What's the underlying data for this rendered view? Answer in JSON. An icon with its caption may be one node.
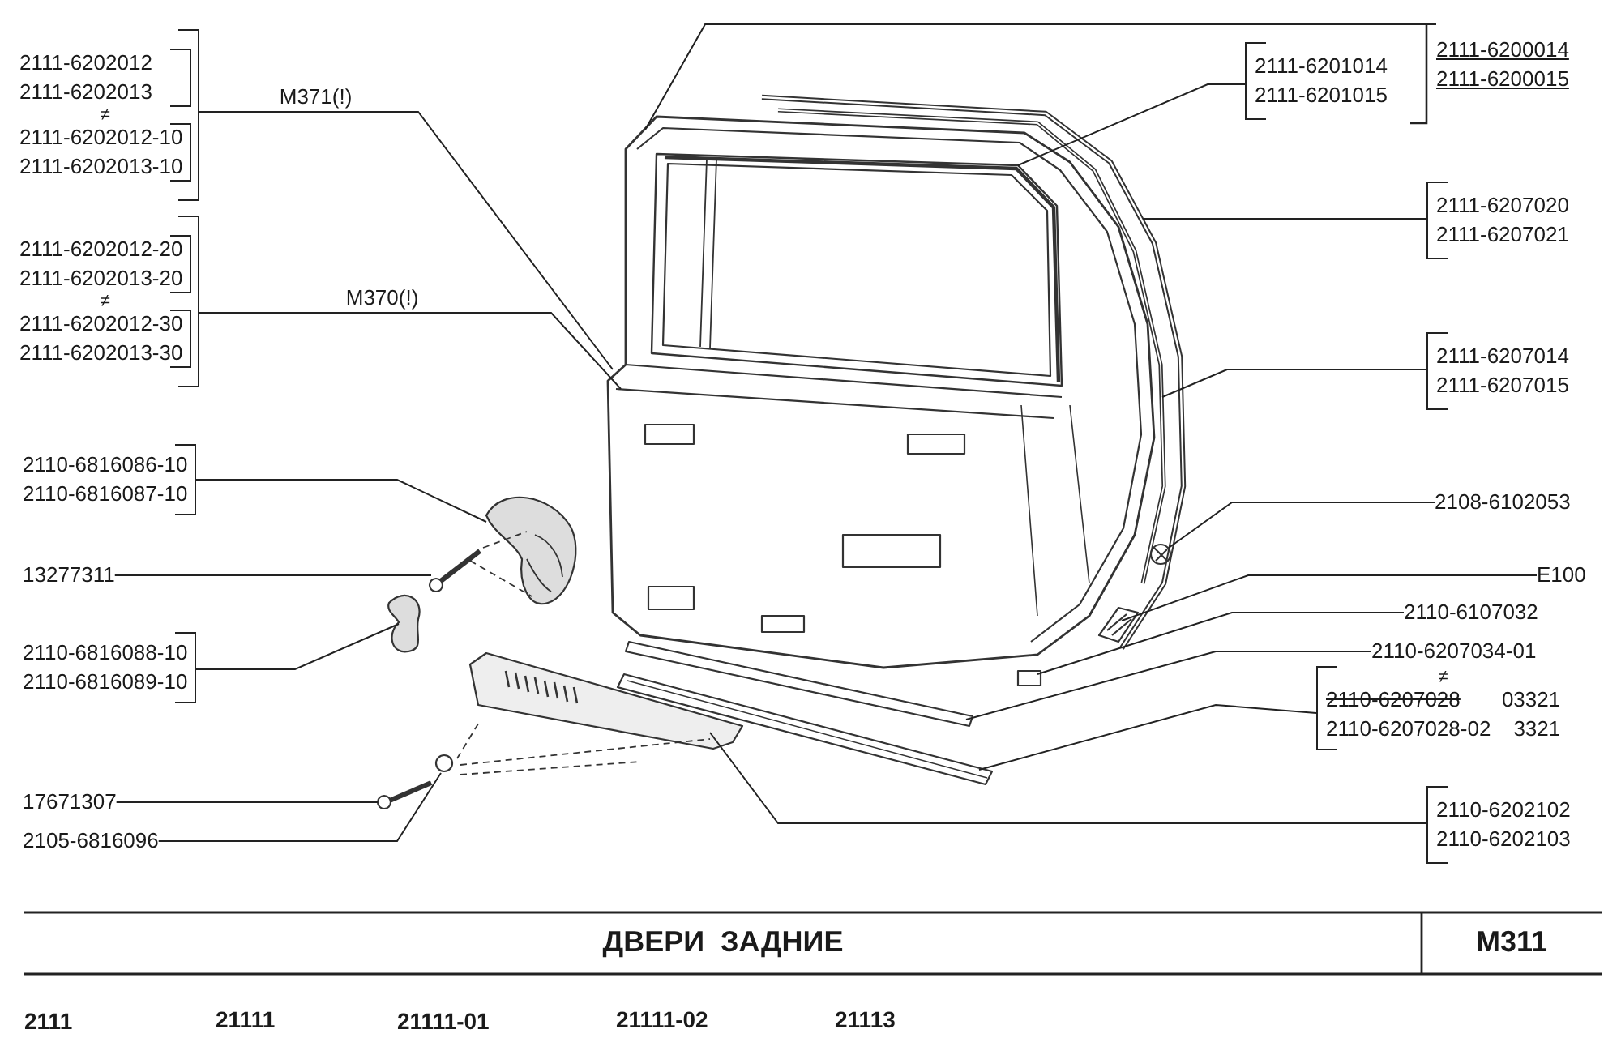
{
  "diagram": {
    "title": "ДВЕРИ  ЗАДНИЕ",
    "nodes": [
      {
        "text": [
          "2111-6202012",
          "2111-6202013",
          "≠",
          "2111-6202012-10",
          "2111-6202013-10"
        ]
      },
      {
        "text": [
          "2111-6202012-20",
          "2111-6202013-20",
          "≠",
          "2111-6202012-30",
          "2111-6202013-30"
        ]
      },
      {
        "text": [
          "2110-6816086-10",
          "2110-6816087-10"
        ]
      },
      {
        "text": [
          "13277311"
        ]
      },
      {
        "text": [
          "2110-6816088-10",
          "2110-6816089-10"
        ]
      },
      {
        "text": [
          "17671307"
        ]
      },
      {
        "text": [
          "2105-6816096"
        ]
      },
      {
        "text": [
          "2111-6201014",
          "2111-6201015"
        ]
      },
      {
        "text": [
          "2111-6200014",
          "2111-6200015"
        ]
      },
      {
        "text": [
          "2111-6207020",
          "2111-6207021"
        ]
      },
      {
        "text": [
          "2111-6207014",
          "2111-6207015"
        ]
      },
      {
        "text": [
          "2108-6102053"
        ]
      },
      {
        "text": [
          "E100"
        ]
      },
      {
        "text": [
          "2110-6107032"
        ]
      },
      {
        "text": [
          "2110-6207034-01"
        ]
      },
      {
        "text": [
          "≠",
          "2110-6207028",
          "03321",
          "2110-6207028-02",
          "3321"
        ]
      },
      {
        "text": [
          "2110-6202102",
          "2110-6202103"
        ]
      }
    ],
    "edges": [
      {
        "from": 0,
        "to": null,
        "arrow": "none",
        "label": "M371(!)"
      },
      {
        "from": 1,
        "to": null,
        "arrow": "none",
        "label": "M370(!)"
      },
      {
        "from": 2,
        "to": null,
        "arrow": "none"
      },
      {
        "from": 3,
        "to": null,
        "arrow": "none"
      },
      {
        "from": 4,
        "to": null,
        "arrow": "none"
      },
      {
        "from": 5,
        "to": null,
        "arrow": "none"
      },
      {
        "from": 6,
        "to": null,
        "arrow": "none"
      },
      {
        "from": 7,
        "to": null,
        "arrow": "none"
      },
      {
        "from": 8,
        "to": null,
        "arrow": "none"
      },
      {
        "from": 9,
        "to": null,
        "arrow": "none"
      },
      {
        "from": 10,
        "to": null,
        "arrow": "none"
      },
      {
        "from": 11,
        "to": null,
        "arrow": "none"
      },
      {
        "from": 12,
        "to": null,
        "arrow": "none"
      },
      {
        "from": 13,
        "to": null,
        "arrow": "none"
      },
      {
        "from": 14,
        "to": null,
        "arrow": "none"
      },
      {
        "from": 15,
        "to": null,
        "arrow": "none"
      },
      {
        "from": 16,
        "to": null,
        "arrow": "none"
      }
    ],
    "labels": [
      "M311",
      "2111",
      "21111",
      "21111-01",
      "21111-02",
      "21113"
    ]
  }
}
